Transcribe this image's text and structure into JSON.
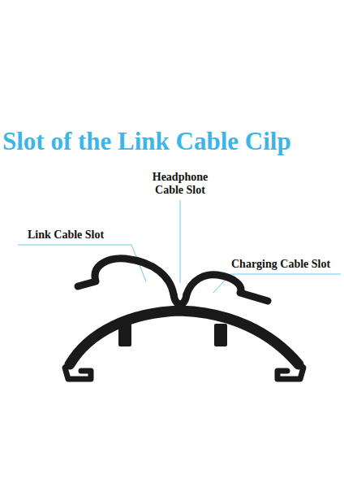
{
  "diagram": {
    "title": "Slot of the Link Cable Cilp",
    "labels": [
      "Headphone Cable Slot",
      "Link Cable Slot",
      "Charging Cable Slot"
    ]
  }
}
